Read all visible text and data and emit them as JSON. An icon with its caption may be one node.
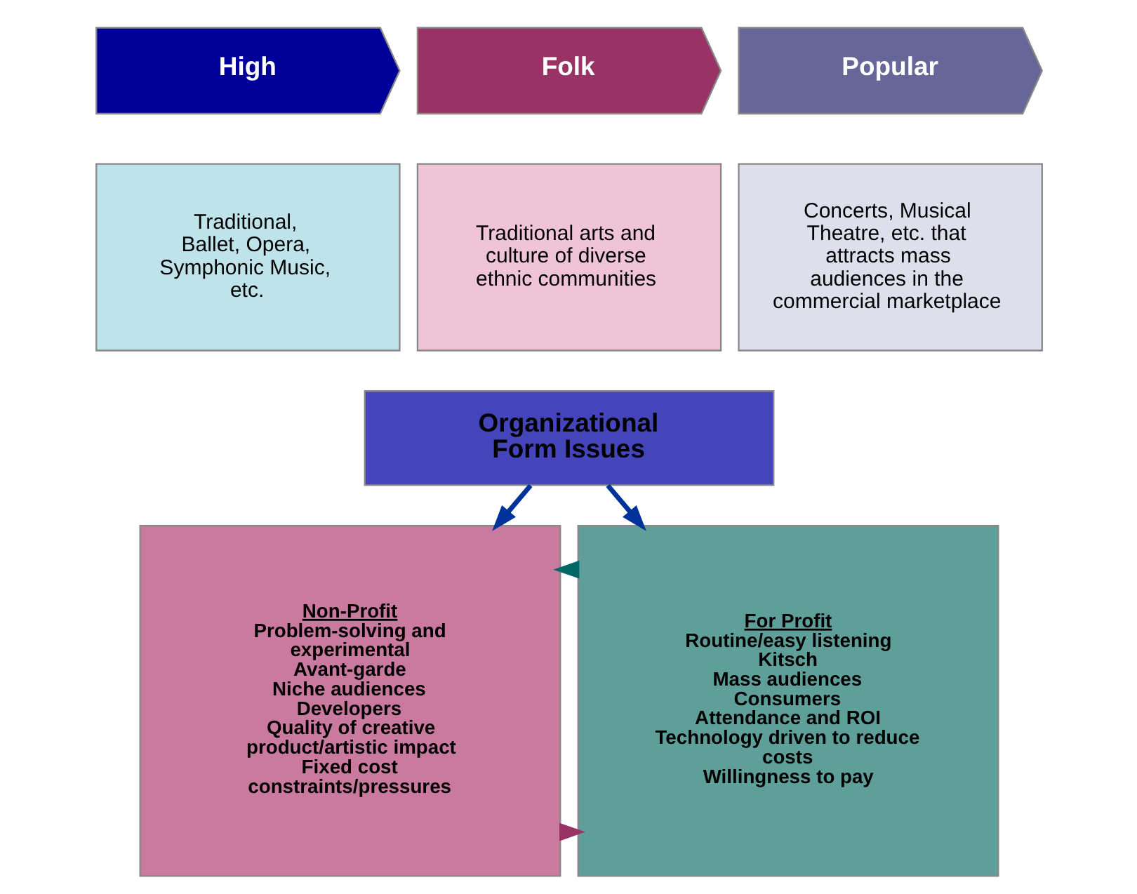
{
  "diagram": {
    "nodes": [
      {
        "text": [
          "High"
        ]
      },
      {
        "text": [
          "Folk"
        ]
      },
      {
        "text": [
          "Popular"
        ]
      },
      {
        "text": [
          "Traditional, Ballet, Opera, Symphonic Music, etc."
        ]
      },
      {
        "text": [
          "Traditional arts and culture of diverse ethnic communities"
        ]
      },
      {
        "text": [
          "Concerts, Musical Theatre, etc. that attracts mass audiences in the commercial marketplace"
        ]
      },
      {
        "text": [
          "Organizational Form Issues"
        ]
      },
      {
        "text": [
          "Non-Profit",
          "Problem-solving and experimental",
          "Avant-garde",
          "Niche audiences",
          "Developers",
          "Quality of creative product/artistic impact",
          "Fixed cost constraints/pressures"
        ]
      },
      {
        "text": [
          "For Profit",
          "Routine/easy listening",
          "Kitsch",
          "Mass audiences",
          "Consumers",
          "Attendance and ROI",
          "Technology driven to reduce costs",
          "Willingness to pay"
        ]
      }
    ],
    "edges": [
      {
        "from": 6,
        "to": 7,
        "arrow": "to"
      },
      {
        "from": 6,
        "to": 8,
        "arrow": "to"
      },
      {
        "from": 7,
        "to": 8,
        "arrow": "to",
        "color": "#993366"
      },
      {
        "from": 8,
        "to": 7,
        "arrow": "to",
        "color": "#006666"
      }
    ]
  }
}
